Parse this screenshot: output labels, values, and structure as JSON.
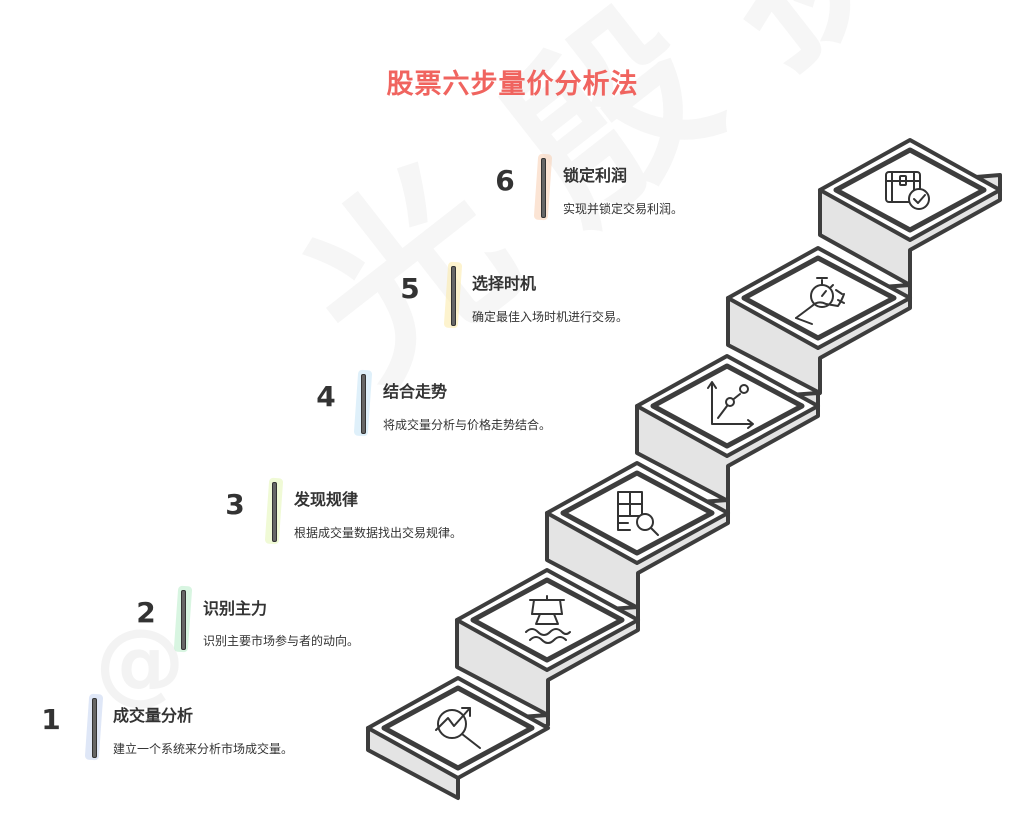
{
  "title": "股票六步量价分析法",
  "steps": [
    {
      "number": "1",
      "title": "成交量分析",
      "description": "建立一个系统来分析市场成交量。",
      "color": "#c5d3f0",
      "icon": "chart-search-icon"
    },
    {
      "number": "2",
      "title": "识别主力",
      "description": "识别主要市场参与者的动向。",
      "color": "#b8ecc9",
      "icon": "ship-waves-icon"
    },
    {
      "number": "3",
      "title": "发现规律",
      "description": "根据成交量数据找出交易规律。",
      "color": "#e3f5b5",
      "icon": "puzzle-search-icon"
    },
    {
      "number": "4",
      "title": "结合走势",
      "description": "将成交量分析与价格走势结合。",
      "color": "#c4e3f5",
      "icon": "trend-graph-icon"
    },
    {
      "number": "5",
      "title": "选择时机",
      "description": "确定最佳入场时机进行交易。",
      "color": "#fbeaa5",
      "icon": "hand-stopwatch-icon"
    },
    {
      "number": "6",
      "title": "锁定利润",
      "description": "实现并锁定交易利润。",
      "color": "#f8cdb1",
      "icon": "treasure-check-icon"
    }
  ]
}
